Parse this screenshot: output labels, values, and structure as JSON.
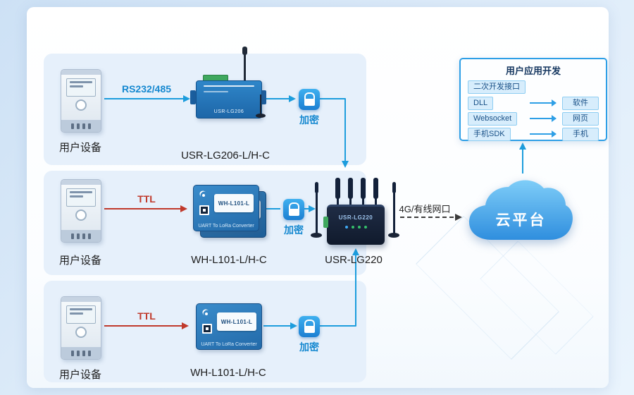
{
  "rows": [
    {
      "device_label": "用户设备",
      "protocol_label": "RS232/485",
      "module_label": "USR-LG206-L/H-C",
      "encrypt_label": "加密"
    },
    {
      "device_label": "用户设备",
      "protocol_label": "TTL",
      "module_label": "WH-L101-L/H-C",
      "encrypt_label": "加密"
    },
    {
      "device_label": "用户设备",
      "protocol_label": "TTL",
      "module_label": "WH-L101-L/H-C",
      "encrypt_label": "加密"
    }
  ],
  "gateway": {
    "label": "USR-LG220"
  },
  "uplink": {
    "label": "4G/有线网口"
  },
  "cloud": {
    "label": "云平台"
  },
  "app": {
    "title": "用户应用开发",
    "interface_label": "二次开发接口",
    "links": [
      {
        "from": "DLL",
        "to": "软件"
      },
      {
        "from": "Websocket",
        "to": "网页"
      },
      {
        "from": "手机SDK",
        "to": "手机"
      }
    ]
  },
  "device_markings": {
    "lg206": "USR-LG206",
    "wh101_name": "WH-L101-L",
    "wh101_sub": "UART To LoRa Converter",
    "lg220": "USR-LG220"
  },
  "colors": {
    "accent_blue": "#1d9ddd",
    "protocol_red": "#c0392b",
    "cloud_blue": "#2f8ede"
  }
}
